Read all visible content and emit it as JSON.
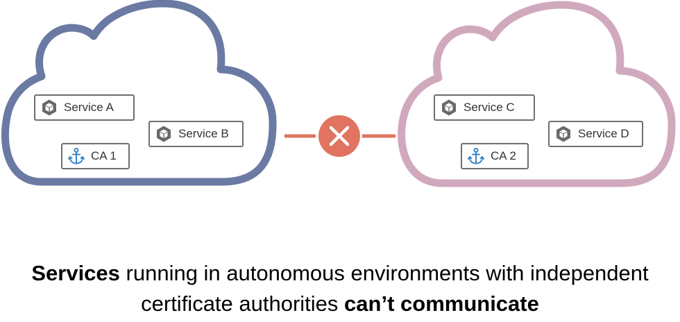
{
  "colors": {
    "left_cloud": "#6b7aa3",
    "right_cloud": "#d1a9bc",
    "connector": "#e07460",
    "node_border": "#6e6e6e",
    "ca_icon": "#3b86c6"
  },
  "left_environment": {
    "services": [
      {
        "label": "Service A",
        "icon": "cube-icon"
      },
      {
        "label": "Service B",
        "icon": "cube-icon"
      }
    ],
    "ca": {
      "label": "CA 1",
      "icon": "anchor-icon"
    }
  },
  "right_environment": {
    "services": [
      {
        "label": "Service C",
        "icon": "cube-icon"
      },
      {
        "label": "Service D",
        "icon": "cube-icon"
      }
    ],
    "ca": {
      "label": "CA 2",
      "icon": "anchor-icon"
    }
  },
  "connector": {
    "icon": "x-icon"
  },
  "caption": {
    "bold_start": "Services",
    "middle": " running in autonomous environments with independent certificate authorities ",
    "bold_end": "can’t communicate"
  }
}
